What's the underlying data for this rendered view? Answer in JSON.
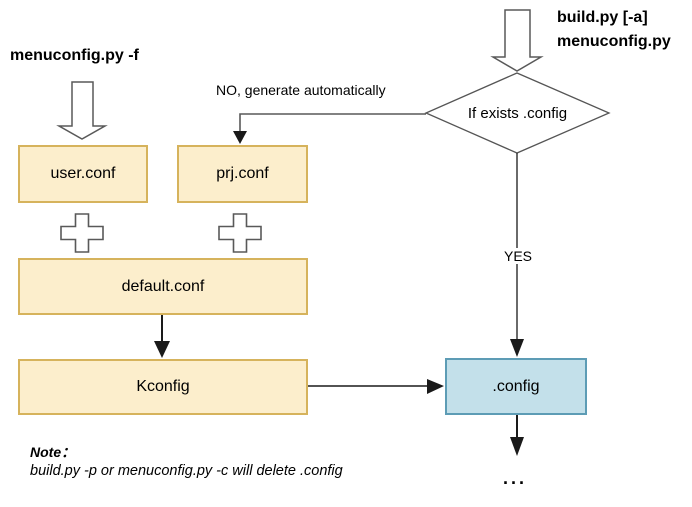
{
  "commands": {
    "left": "menuconfig.py -f",
    "right_line1": "build.py [-a]",
    "right_line2": "menuconfig.py"
  },
  "decision": {
    "label": "If exists .config",
    "no_label": "NO, generate automatically",
    "yes_label": "YES"
  },
  "nodes": {
    "user_conf": "user.conf",
    "prj_conf": "prj.conf",
    "default_conf": "default.conf",
    "kconfig": "Kconfig",
    "dot_config": ".config",
    "ellipsis": "..."
  },
  "note": {
    "title": "Note：",
    "body": "build.py -p or menuconfig.py -c will delete .config"
  },
  "icons": {
    "left_flow": "hollow-down-arrow",
    "right_flow": "hollow-down-arrow",
    "merge_left": "plus",
    "merge_right": "plus"
  },
  "colors": {
    "background": "#FFFFFF",
    "text": "#000000",
    "conf_box_fill": "#FCEECC",
    "conf_box_border": "#D6B35C",
    "config_box_fill": "#C3E0EA",
    "config_box_border": "#5D9CB5",
    "shape_outline": "#595959",
    "connector": "#1A1A1A"
  }
}
